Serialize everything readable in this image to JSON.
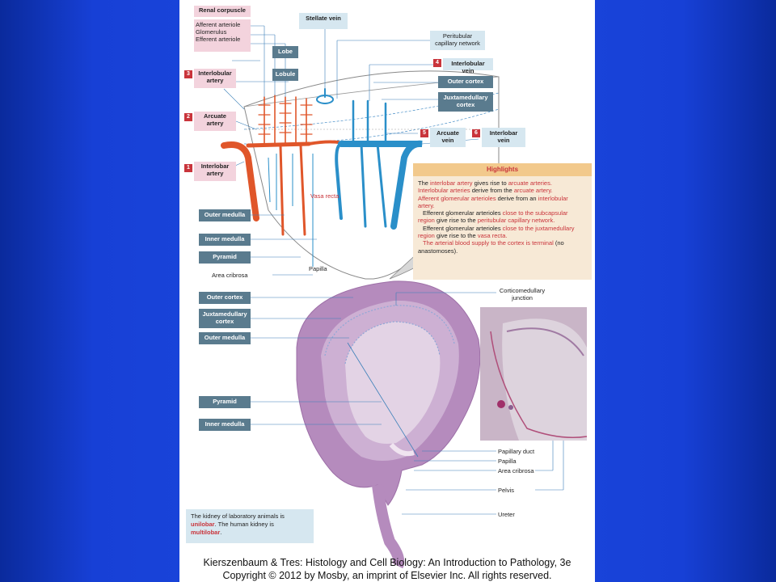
{
  "top_labels": {
    "renal_corpuscle": "Renal corpuscle",
    "afferent_arteriole": "Afferent arteriole",
    "glomerulus": "Glomerulus",
    "efferent_arteriole": "Efferent arteriole",
    "stellate_vein": "Stellate vein",
    "peritubular_network": "Peritubular capillary network",
    "lobe": "Lobe",
    "lobule": "Lobule",
    "interlobular_artery": "Interlobular artery",
    "interlobular_vein": "Interlobular vein",
    "outer_cortex": "Outer cortex",
    "juxtamedullary_cortex": "Juxtamedullary cortex",
    "arcuate_artery": "Arcuate artery",
    "arcuate_vein": "Arcuate vein",
    "interlobar_vein": "Interlobar vein",
    "interlobar_artery": "Interlobar artery",
    "vasa_recta": "Vasa recta",
    "outer_medulla": "Outer medulla",
    "inner_medulla": "Inner medulla",
    "pyramid": "Pyramid",
    "papilla": "Papilla",
    "area_cribrosa": "Area cribrosa"
  },
  "numbers": {
    "n1": "1",
    "n2": "2",
    "n3": "3",
    "n4": "4",
    "n5": "5",
    "n6": "6"
  },
  "highlights": {
    "title": "Highlights",
    "p1_a": "The ",
    "p1_b": "interlobar artery",
    "p1_c": " gives rise to ",
    "p1_d": "arcuate arteries.",
    "p2_a": "Interlobular arteries",
    "p2_b": " derive from the ",
    "p2_c": "arcuate artery.",
    "p3_a": "Afferent glomerular arterioles",
    "p3_b": " derive from an ",
    "p3_c": "interlobular",
    "p3_d": "artery.",
    "p4_a": "Efferent glomerular arterioles ",
    "p4_b": "close to the subcapsular",
    "p4_c": "region",
    "p4_d": " give rise to the ",
    "p4_e": "peritubular capillary network.",
    "p5_a": "Efferent glomerular arterioles ",
    "p5_b": "close to the juxtamedullary",
    "p5_c": "region",
    "p5_d": " give rise to the ",
    "p5_e": "vasa recta.",
    "p6_a": "The arterial blood supply to the cortex is terminal",
    "p6_b": " (no",
    "p6_c": "anastomoses)."
  },
  "bottom_labels": {
    "outer_cortex": "Outer cortex",
    "juxtamedullary_cortex": "Juxtamedullary cortex",
    "outer_medulla": "Outer medulla",
    "pyramid": "Pyramid",
    "inner_medulla": "Inner medulla",
    "corticomedullary": "Corticomedullary junction",
    "papillary_duct": "Papillary duct",
    "papilla": "Papilla",
    "area_cribrosa": "Area cribrosa",
    "pelvis": "Pelvis",
    "ureter": "Ureter"
  },
  "note": {
    "a": "The kidney of laboratory animals is",
    "b": "unilobar",
    "c": ". The human kidney is",
    "d": "multilobar",
    "e": "."
  },
  "caption": {
    "line1": "Kierszenbaum & Tres: Histology and Cell Biology: An Introduction to Pathology, 3e",
    "line2": "Copyright © 2012 by Mosby, an imprint of Elsevier Inc. All rights reserved."
  },
  "colors": {
    "artery": "#e0562a",
    "vein": "#2a8fc9",
    "label_box": "#5a7b8e",
    "highlight_red": "#c9343b",
    "tissue": "#b07ab8"
  }
}
